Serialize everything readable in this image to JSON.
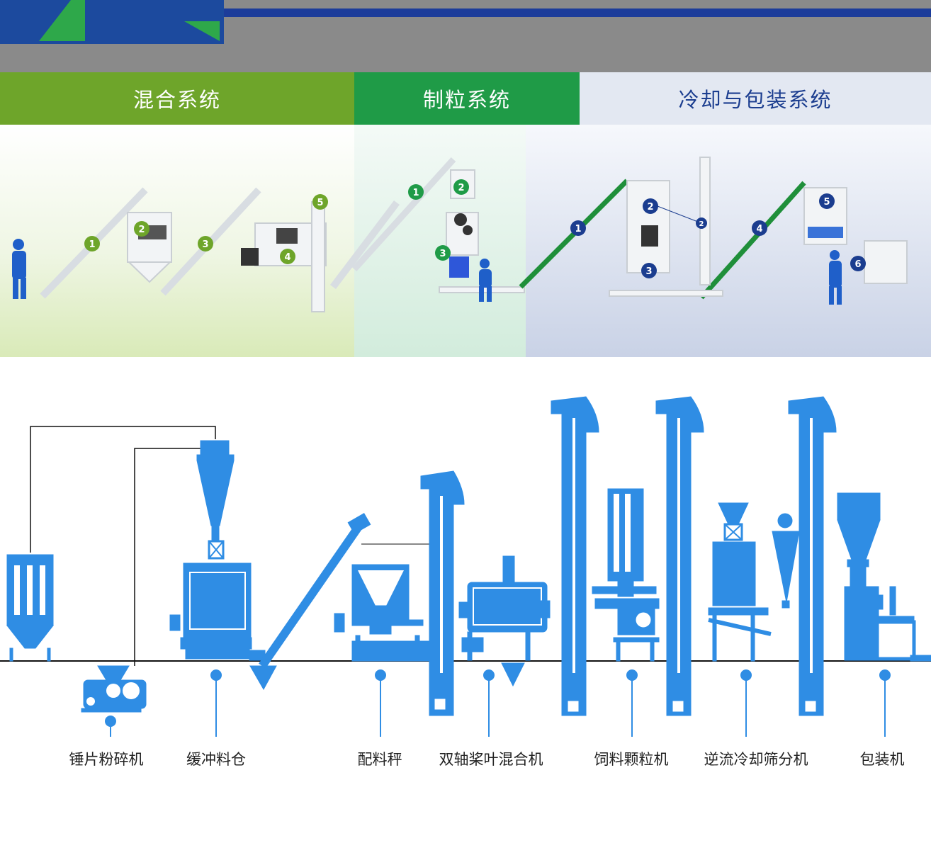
{
  "colors": {
    "mix_green": "#6ea52a",
    "pellet_green": "#1f9b47",
    "cool_bg": "#e3e8f2",
    "cool_text": "#1b3d8f",
    "machine_blue": "#2f8de4",
    "dark_blue": "#1b3d8f",
    "header_blue": "#1c4a9e"
  },
  "tabs": {
    "mix": "混合系统",
    "pellet": "制粒系统",
    "cool": "冷却与包装系统"
  },
  "markers": {
    "mix": [
      "1",
      "2",
      "3",
      "4",
      "5"
    ],
    "pellet": [
      "1",
      "2",
      "3"
    ],
    "cool": [
      "1",
      "2",
      "2",
      "3",
      "4",
      "5",
      "6"
    ]
  },
  "machines": {
    "hammer_mill": "锤片粉碎机",
    "buffer_bin": "缓冲料仓",
    "batching_scale": "配料秤",
    "twin_shaft_mixer": "双轴桨叶混合机",
    "pellet_mill": "饲料颗粒机",
    "cooler_screener": "逆流冷却筛分机",
    "packing_machine": "包装机"
  }
}
